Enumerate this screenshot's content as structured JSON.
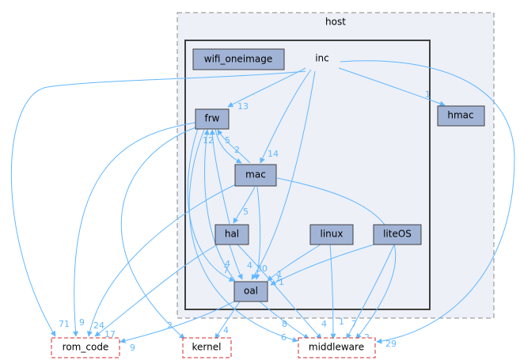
{
  "clusters": {
    "host": {
      "label": "host"
    },
    "inc": {
      "label": "inc"
    }
  },
  "nodes": {
    "wifi_oneimage": "wifi_oneimage",
    "frw": "frw",
    "mac": "mac",
    "hal": "hal",
    "linux": "linux",
    "liteOS": "liteOS",
    "oal": "oal",
    "hmac": "hmac",
    "rom_code": "rom_code",
    "kernel": "kernel",
    "middleware": "middleware"
  },
  "edge_labels": {
    "inc_frw": "13",
    "inc_hmac": "1",
    "inc_mac": "14",
    "inc_middleware": "29",
    "inc_rom_code": "71",
    "frw_mac": "2",
    "mac_frw": "5",
    "frw_rom_code": "9",
    "hal_frw": "12",
    "frw_oal": "7",
    "frw_kernel": "2",
    "frw_middleware": "6",
    "mac_hal": "5",
    "mac_oal": "30",
    "mac_rom_code": "24",
    "mac_middleware": "2",
    "hal_oal": "4",
    "hal_rom_code": "17",
    "hal_middleware": "1",
    "linux_oal": "1",
    "linux_middleware": "1",
    "liteos_oal": "1",
    "liteos_middleware": "7",
    "oal_frw": "4",
    "oal_rom_code": "9",
    "oal_kernel": "4",
    "oal_middleware": "8",
    "oal_middleware_b": "4"
  }
}
